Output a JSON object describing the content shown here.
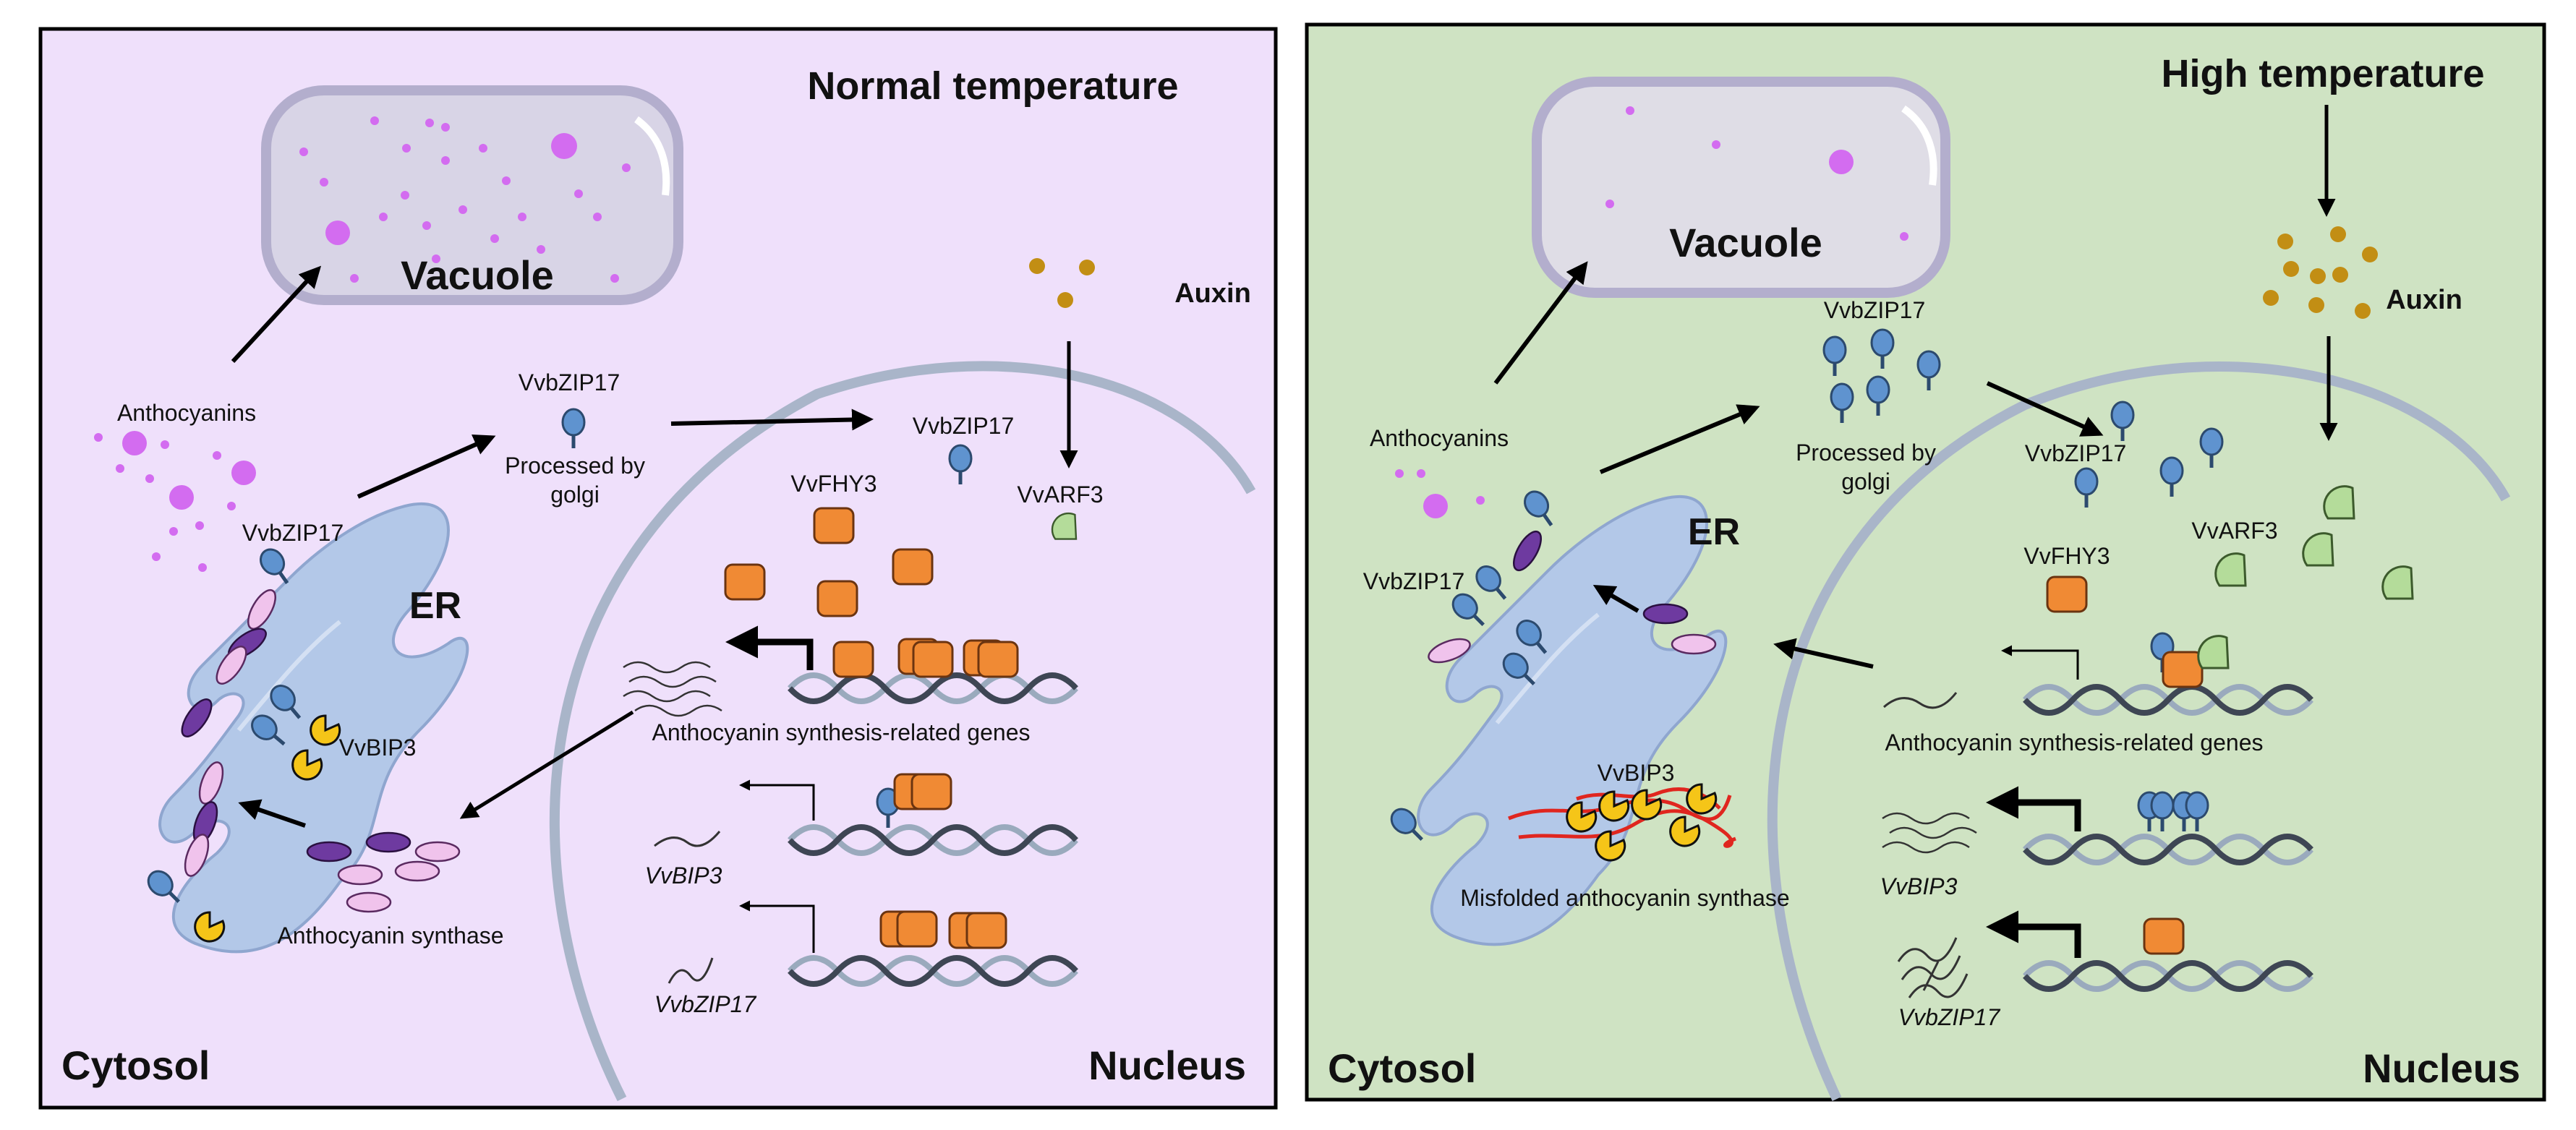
{
  "colors": {
    "left_panel_bg": "#efe0fb",
    "right_panel_bg": "#cfe3c3",
    "vacuole_fill": "#dfdde6",
    "er_fill": "#b3c8e8",
    "nucleus_membrane": "#a9b5c9",
    "anthocyanin": "#d36cf0",
    "auxin": "#c28e14",
    "vvbzip17": "#5f93cf",
    "vvfhy3": "#f08a34",
    "vvarf3": "#b4dc9a",
    "vvbip3": "#f5c518",
    "synthase_dark": "#6e3aa0",
    "synthase_light": "#f0c3ec",
    "misfolded_chain": "#e0261f",
    "dna_strand_dark": "#3e4654",
    "dna_strand_light": "#9aaabd"
  },
  "left": {
    "title": "Normal temperature",
    "cytosol": "Cytosol",
    "nucleus": "Nucleus",
    "vacuole": "Vacuole",
    "er": "ER",
    "auxin": "Auxin",
    "anthocyanins": "Anthocyanins",
    "vvbzip17_er": "VvbZIP17",
    "vvbzip17_golgi": "VvbZIP17",
    "processed_line1": "Processed by",
    "processed_line2": "golgi",
    "vvbzip17_nucleus": "VvbZIP17",
    "vvarf3": "VvARF3",
    "vvfhy3": "VvFHY3",
    "vvbip3_protein": "VvBIP3",
    "anthocyanin_synthase": "Anthocyanin synthase",
    "genes_label": "Anthocyanin synthesis-related genes",
    "vvbip3_gene": "VvBIP3",
    "vvbzip17_gene": "VvbZIP17"
  },
  "right": {
    "title": "High temperature",
    "cytosol": "Cytosol",
    "nucleus": "Nucleus",
    "vacuole": "Vacuole",
    "er": "ER",
    "auxin": "Auxin",
    "anthocyanins": "Anthocyanins",
    "vvbzip17_er": "VvbZIP17",
    "vvbzip17_golgi": "VvbZIP17",
    "processed_line1": "Processed by",
    "processed_line2": "golgi",
    "vvbzip17_nucleus": "VvbZIP17",
    "vvarf3": "VvARF3",
    "vvfhy3": "VvFHY3",
    "vvbip3_protein": "VvBIP3",
    "misfolded": "Misfolded anthocyanin synthase",
    "genes_label": "Anthocyanin synthesis-related genes",
    "vvbip3_gene": "VvBIP3",
    "vvbzip17_gene": "VvbZIP17"
  }
}
